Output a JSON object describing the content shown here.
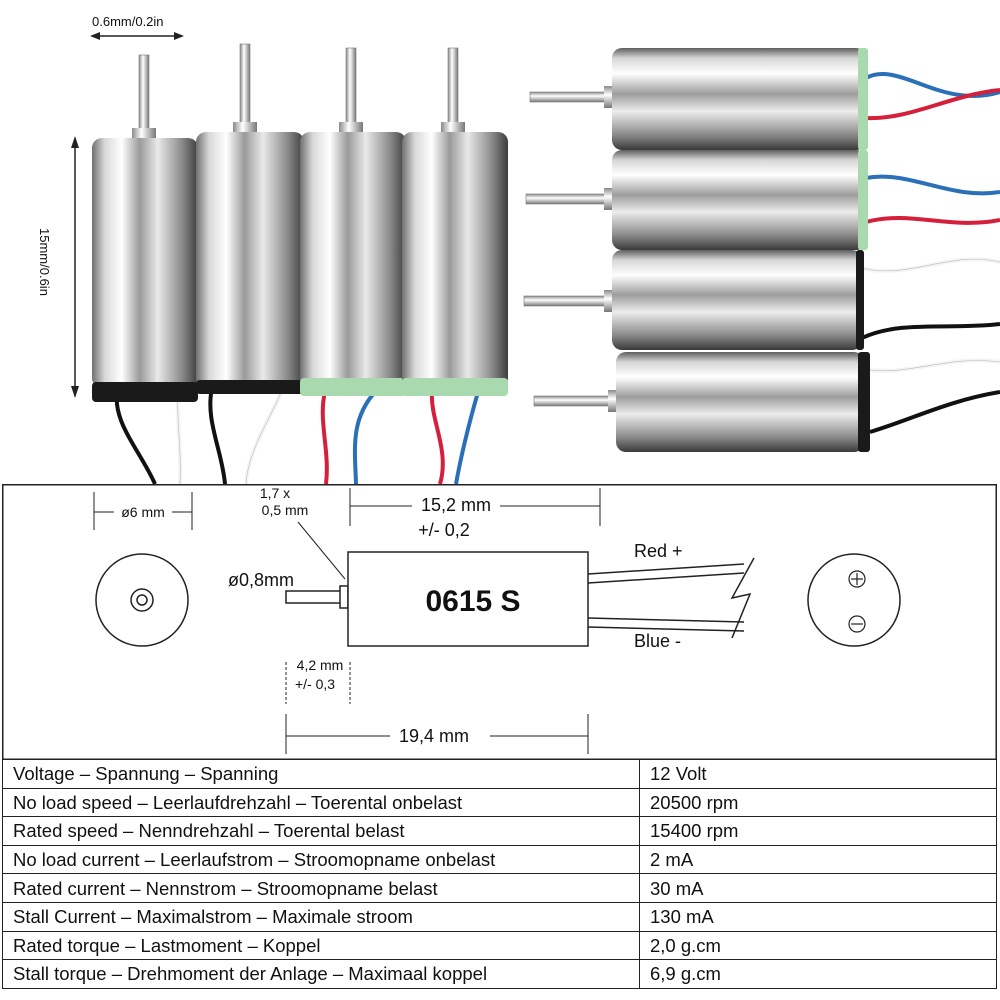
{
  "photo": {
    "width_label": "0.6mm/0.2in",
    "height_label": "15mm/0.6in"
  },
  "drawing": {
    "diameter_label": "ø6 mm",
    "flat_label_line1": "1,7 x",
    "flat_label_line2": "0,5 mm",
    "body_length_line1": "15,2 mm",
    "body_length_line2": "+/- 0,2",
    "shaft_diameter_label": "ø0,8mm",
    "model_label": "0615 S",
    "red_wire_label": "Red +",
    "blue_wire_label": "Blue -",
    "shaft_length_line1": "4,2 mm",
    "shaft_length_line2": "+/- 0,3",
    "total_length_label": "19,4 mm",
    "plus_symbol": "⊕",
    "minus_symbol": "⊖"
  },
  "specs": [
    {
      "label": "Voltage – Spannung – Spanning",
      "value": "12 Volt"
    },
    {
      "label": "No load speed – Leerlaufdrehzahl – Toerental onbelast",
      "value": "20500 rpm"
    },
    {
      "label": "Rated speed – Nenndrehzahl – Toerental belast",
      "value": "15400 rpm"
    },
    {
      "label": "No load current – Leerlaufstrom – Stroomopname onbelast",
      "value": "2 mA"
    },
    {
      "label": "Rated current – Nennstrom – Stroomopname belast",
      "value": "30 mA"
    },
    {
      "label": "Stall Current – Maximalstrom – Maximale stroom",
      "value": "130 mA"
    },
    {
      "label": "Rated torque – Lastmoment – Koppel",
      "value": "2,0 g.cm"
    },
    {
      "label": "Stall torque – Drehmoment der Anlage – Maximaal koppel",
      "value": "6,9 g.cm"
    }
  ],
  "colors": {
    "wire_red": "#d4203a",
    "wire_blue": "#2a6fb8",
    "wire_black": "#111111",
    "wire_white": "#f4f4f4",
    "end_cap_green": "#a9d9ae"
  }
}
